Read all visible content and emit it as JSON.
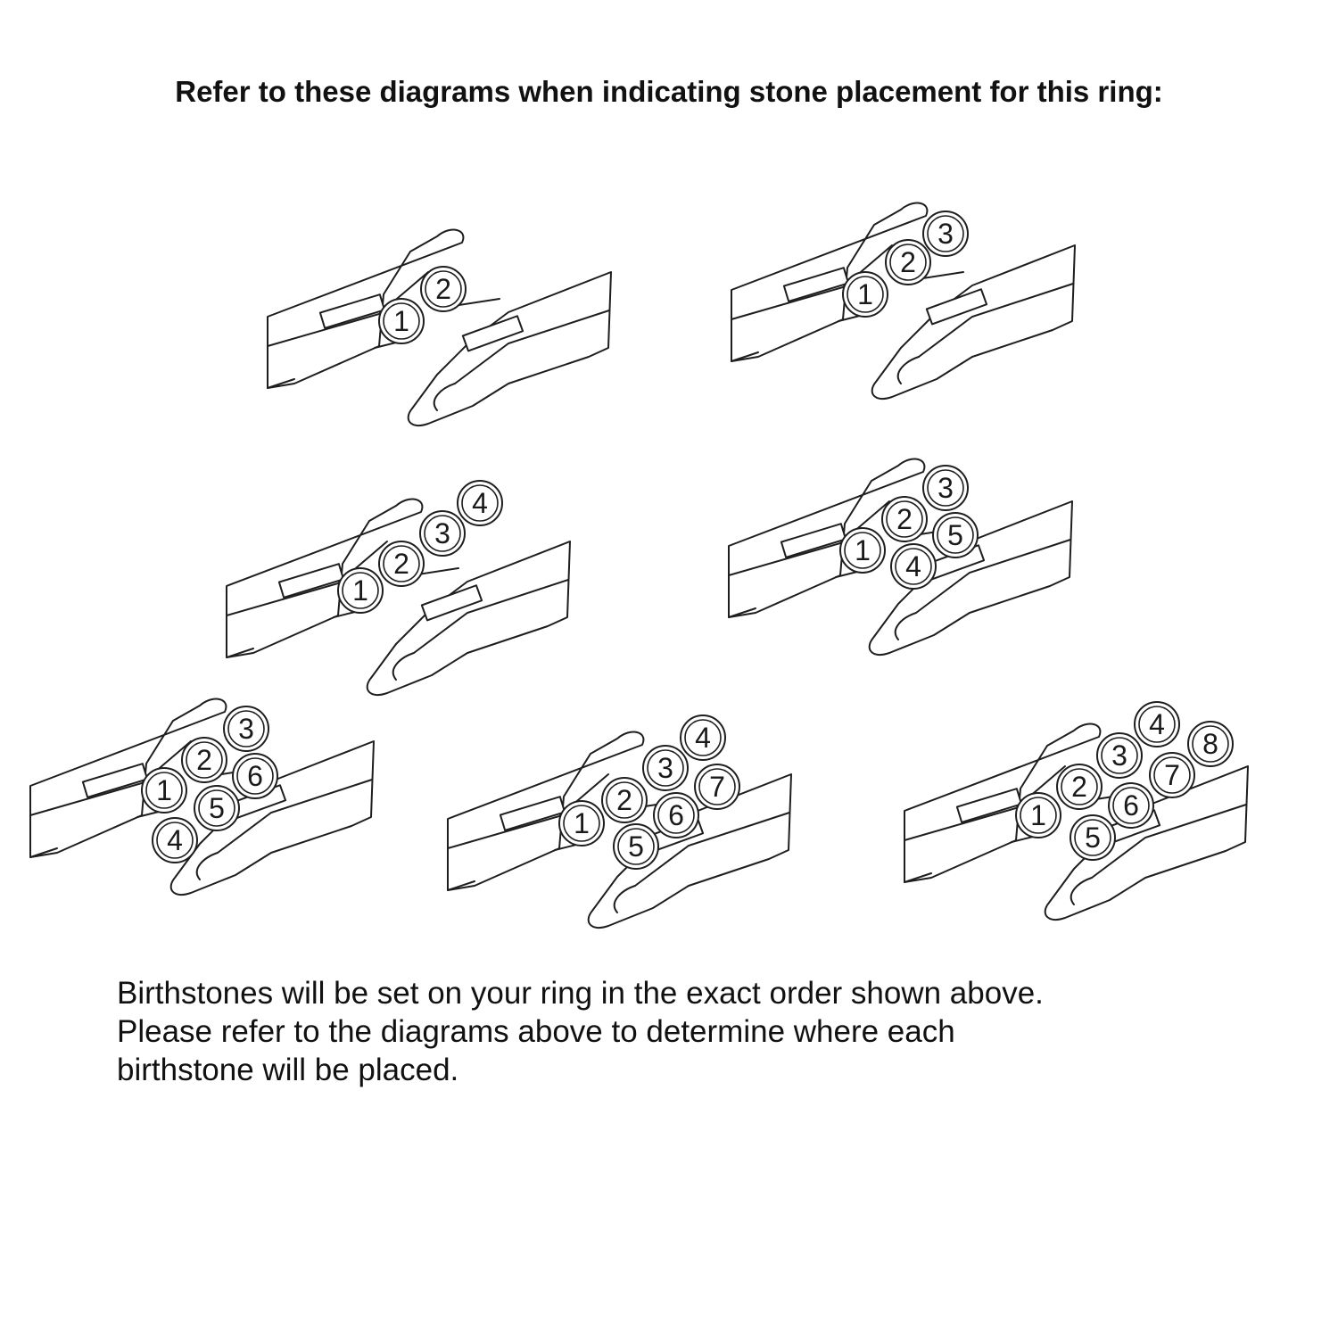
{
  "heading": "Refer to these diagrams when indicating stone placement for this ring:",
  "diagrams": [
    {
      "stone_count": 2,
      "stones": [
        {
          "number": "1"
        },
        {
          "number": "2"
        }
      ]
    },
    {
      "stone_count": 3,
      "stones": [
        {
          "number": "1"
        },
        {
          "number": "2"
        },
        {
          "number": "3"
        }
      ]
    },
    {
      "stone_count": 4,
      "stones": [
        {
          "number": "1"
        },
        {
          "number": "2"
        },
        {
          "number": "3"
        },
        {
          "number": "4"
        }
      ]
    },
    {
      "stone_count": 5,
      "stones": [
        {
          "number": "1"
        },
        {
          "number": "2"
        },
        {
          "number": "3"
        },
        {
          "number": "4"
        },
        {
          "number": "5"
        }
      ]
    },
    {
      "stone_count": 6,
      "stones": [
        {
          "number": "1"
        },
        {
          "number": "2"
        },
        {
          "number": "3"
        },
        {
          "number": "4"
        },
        {
          "number": "5"
        },
        {
          "number": "6"
        }
      ]
    },
    {
      "stone_count": 7,
      "stones": [
        {
          "number": "1"
        },
        {
          "number": "2"
        },
        {
          "number": "3"
        },
        {
          "number": "4"
        },
        {
          "number": "5"
        },
        {
          "number": "6"
        },
        {
          "number": "7"
        }
      ]
    },
    {
      "stone_count": 8,
      "stones": [
        {
          "number": "1"
        },
        {
          "number": "2"
        },
        {
          "number": "3"
        },
        {
          "number": "4"
        },
        {
          "number": "5"
        },
        {
          "number": "6"
        },
        {
          "number": "7"
        },
        {
          "number": "8"
        }
      ]
    }
  ],
  "footer": {
    "line1": "Birthstones will be set on your ring in the exact order shown above.",
    "line2": "Please refer to the diagrams above to determine where each",
    "line3": "birthstone will be placed."
  }
}
